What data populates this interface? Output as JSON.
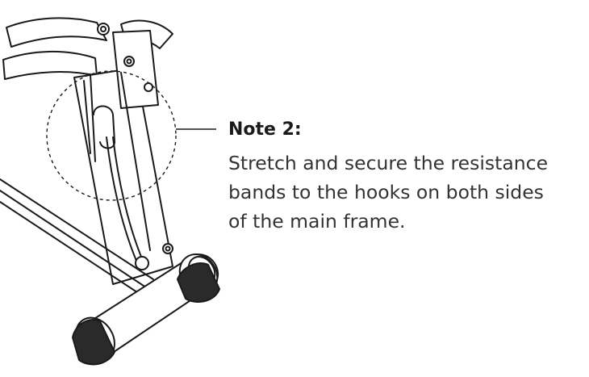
{
  "note": {
    "title": "Note 2:",
    "lines": [
      "Stretch and secure the resistance",
      "bands to the hooks on both sides",
      "of the main frame."
    ]
  },
  "colors": {
    "ink": "#1a1a1a",
    "text": "#333333",
    "background": "#ffffff"
  },
  "icons": [
    "frame-illustration",
    "detail-callout-circle",
    "foot-stabilizer-roller"
  ]
}
